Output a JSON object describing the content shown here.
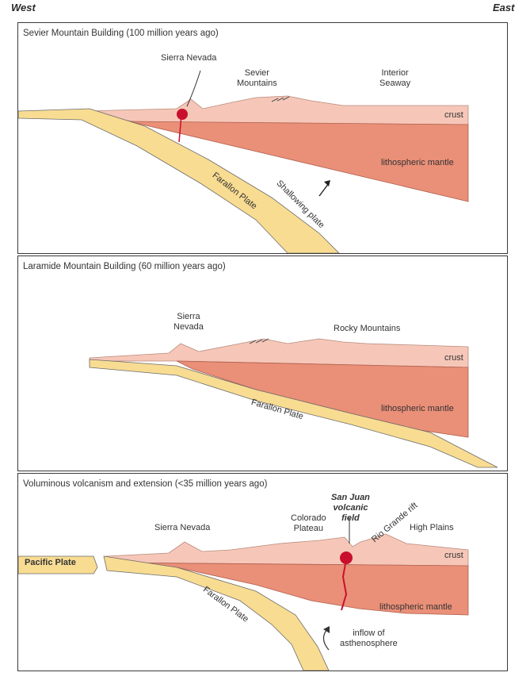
{
  "header": {
    "west": "West",
    "east": "East"
  },
  "panel1": {
    "title": "Sevier Mountain Building (100 million years ago)",
    "sierra": "Sierra Nevada",
    "sevier": "Sevier\nMountains",
    "interior": "Interior\nSeaway",
    "crust": "crust",
    "mantle": "lithospheric mantle",
    "plate": "Farallon Plate",
    "shallowing": "Shallowing plate"
  },
  "panel2": {
    "title": "Laramide Mountain Building (60 million years ago)",
    "sierra": "Sierra\nNevada",
    "rocky": "Rocky Mountains",
    "crust": "crust",
    "mantle": "lithospheric mantle",
    "plate": "Farallon Plate"
  },
  "panel3": {
    "title": "Voluminous volcanism and extension (<35 million years ago)",
    "sanjuan": "San Juan\nvolcanic\nfield",
    "riogrande": "Rio Grande rift",
    "colorado": "Colorado\nPlateau",
    "sierra": "Sierra Nevada",
    "highplains": "High Plains",
    "crust": "crust",
    "pacific": "Pacific Plate",
    "plate": "Farallon Plate",
    "mantle": "lithospheric mantle",
    "inflow": "inflow of\nasthenosphere"
  },
  "colors": {
    "crust": "#f6c7b8",
    "mantle": "#ea8f78",
    "plate": "#f8dc92",
    "magma": "#c8102e"
  }
}
